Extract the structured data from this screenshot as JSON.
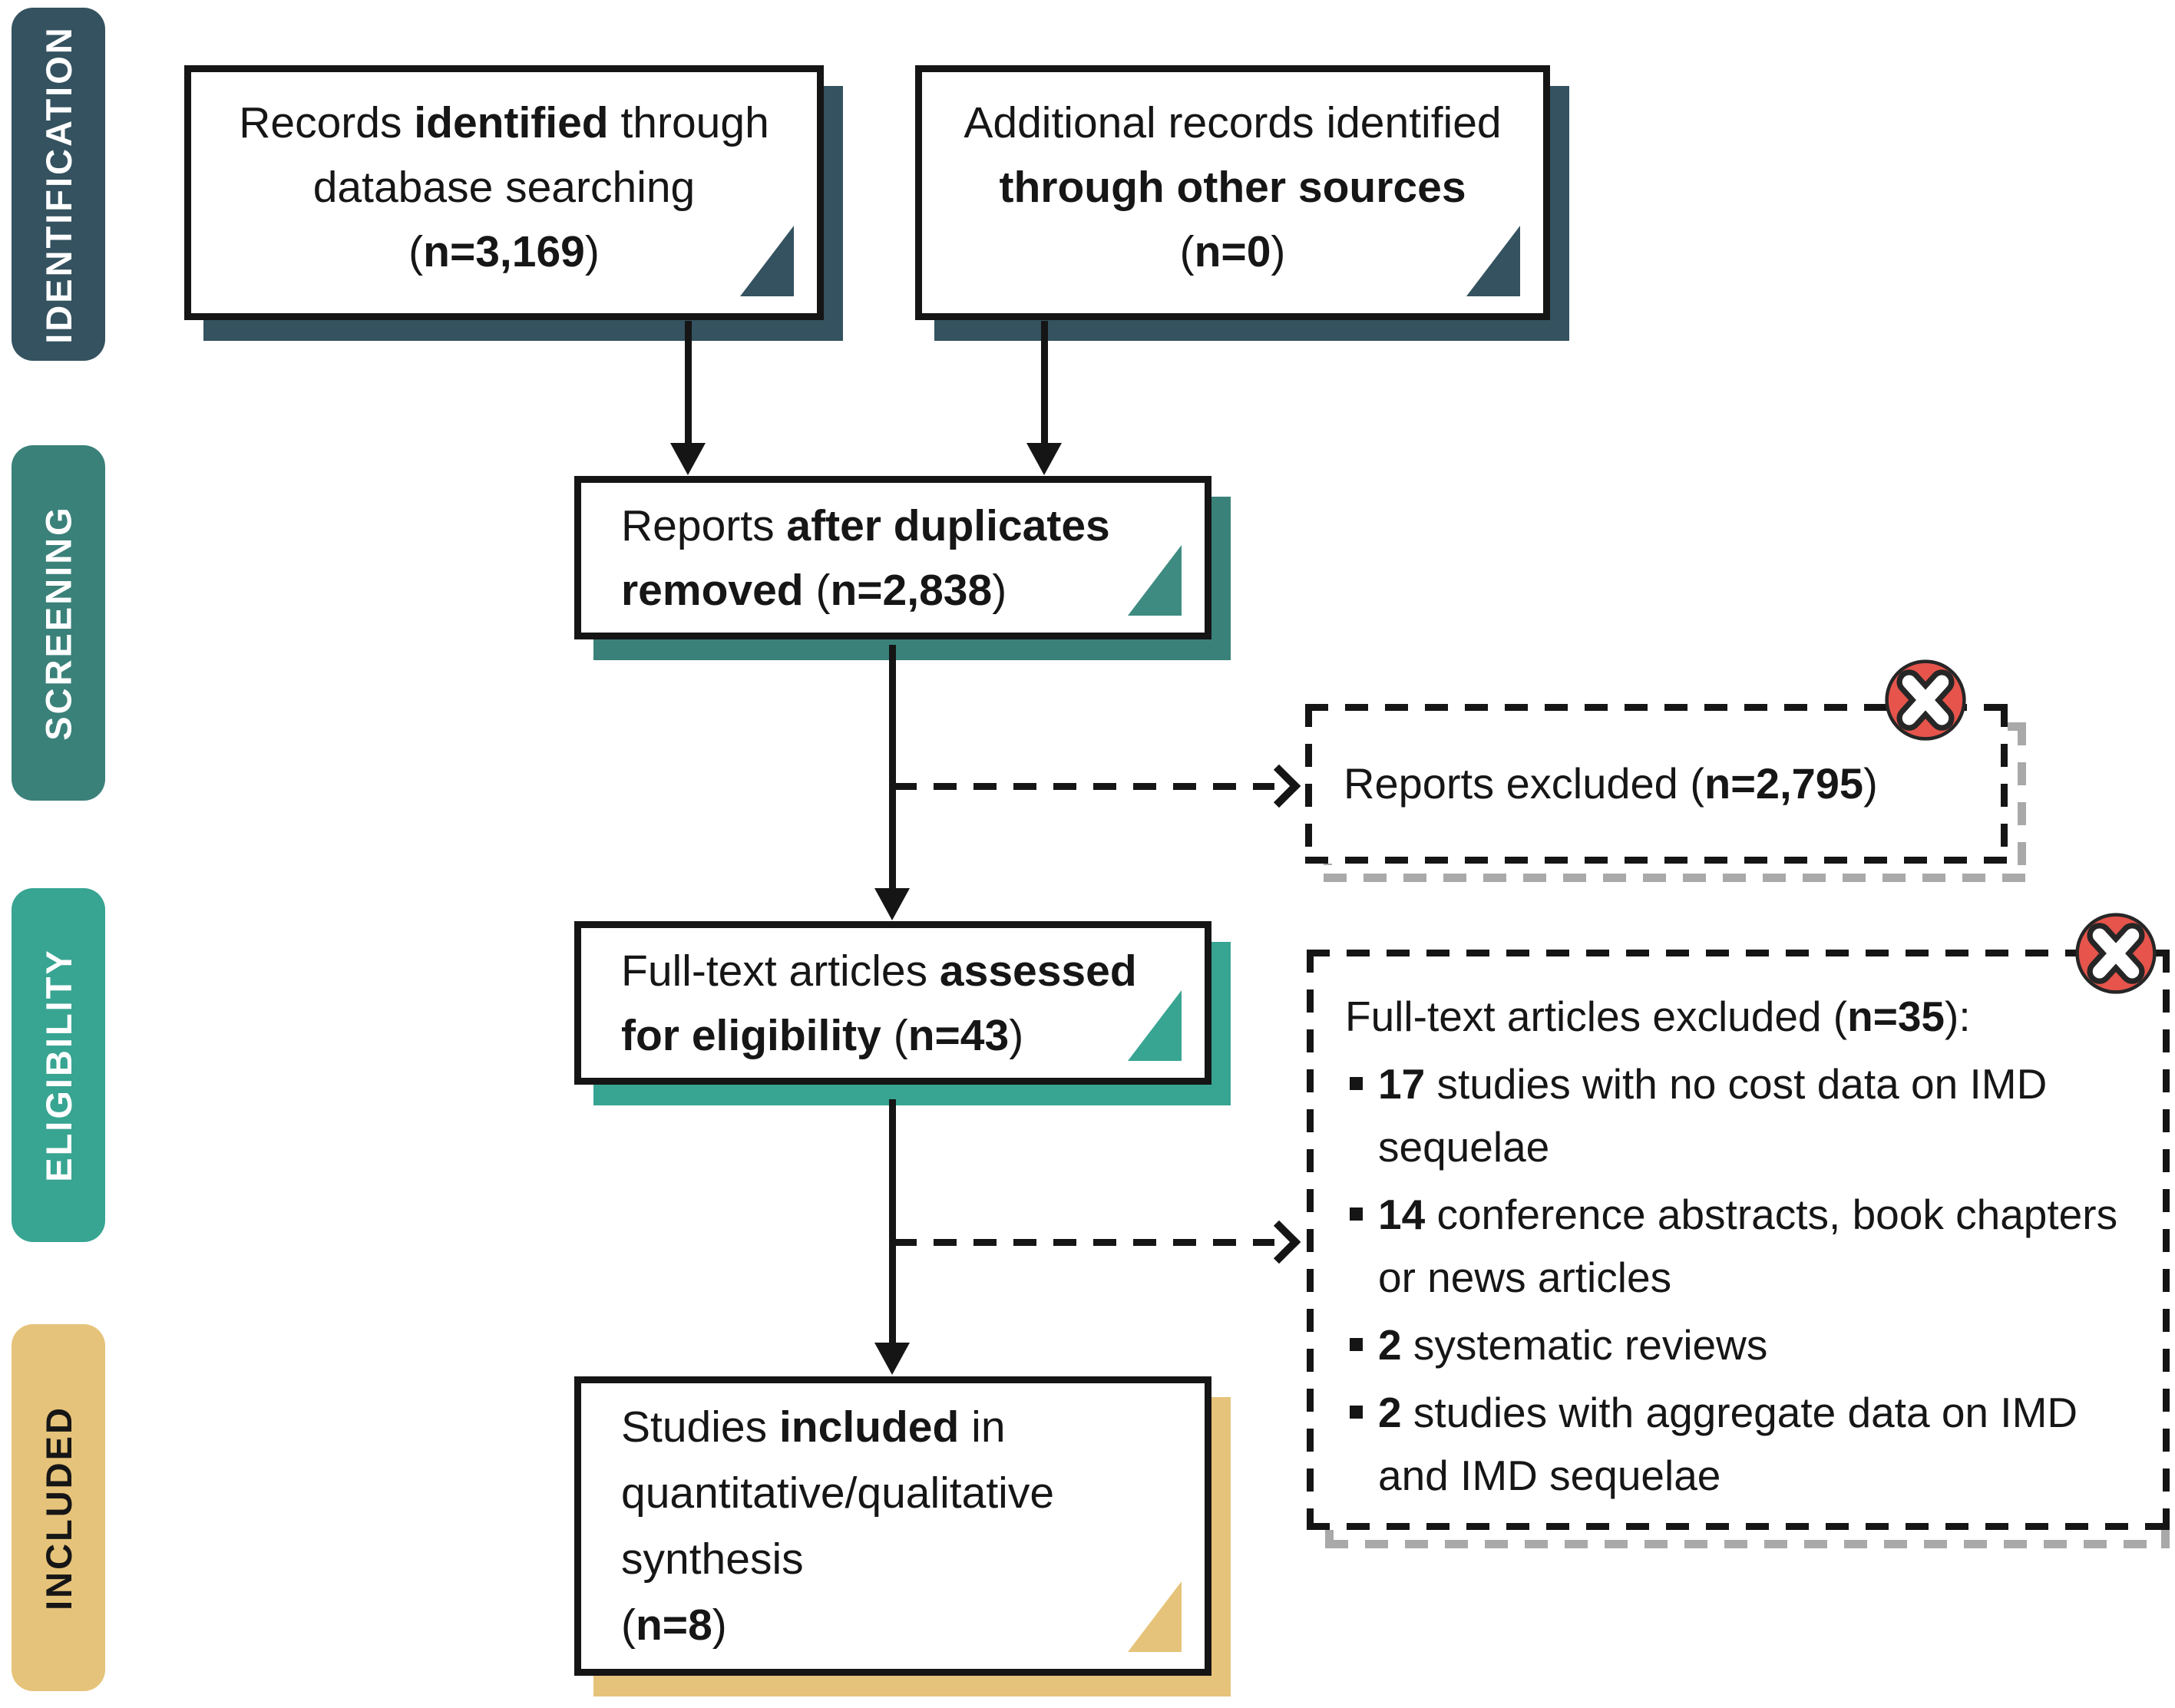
{
  "colors": {
    "dark-teal": "#34525F",
    "teal": "#3A817A",
    "green-teal": "#38A492",
    "gold": "#E6C37A",
    "shadow-gray": "#A9A9A9",
    "red": "#E6544B",
    "ink": "#151515"
  },
  "stages": [
    {
      "label": "IDENTIFICATION"
    },
    {
      "label": "SCREENING"
    },
    {
      "label": "ELIGIBILITY"
    },
    {
      "label": "INCLUDED"
    }
  ],
  "counts": {
    "records_identified": "n=3,169",
    "additional_records": "n=0",
    "after_duplicates_removed": "n=2,838",
    "reports_excluded": "n=2,795",
    "fulltext_assessed": "n=43",
    "fulltext_excluded": "n=35",
    "studies_included": "n=8"
  },
  "boxes": {
    "records_identified": {
      "lines": [
        [
          {
            "t": "Records "
          },
          {
            "t": "identified",
            "b": true
          },
          {
            "t": " through"
          }
        ],
        [
          {
            "t": "database searching"
          }
        ],
        [
          {
            "t": "("
          },
          {
            "t": "n=3,169",
            "b": true
          },
          {
            "t": ")"
          }
        ]
      ]
    },
    "additional_records": {
      "lines": [
        [
          {
            "t": "Additional records identified"
          }
        ],
        [
          {
            "t": "through other sources",
            "b": true
          }
        ],
        [
          {
            "t": "("
          },
          {
            "t": "n=0",
            "b": true
          },
          {
            "t": ")"
          }
        ]
      ]
    },
    "after_duplicates": {
      "lines": [
        [
          {
            "t": "Reports "
          },
          {
            "t": "after duplicates",
            "b": true
          }
        ],
        [
          {
            "t": "removed",
            "b": true
          },
          {
            "t": " ("
          },
          {
            "t": "n=2,838",
            "b": true
          },
          {
            "t": ")"
          }
        ]
      ]
    },
    "reports_excluded": {
      "lines": [
        [
          {
            "t": "Reports excluded ("
          },
          {
            "t": "n=2,795",
            "b": true
          },
          {
            "t": ")"
          }
        ]
      ]
    },
    "fulltext_assessed": {
      "lines": [
        [
          {
            "t": "Full-text articles "
          },
          {
            "t": "assessed",
            "b": true
          }
        ],
        [
          {
            "t": "for eligibility",
            "b": true
          },
          {
            "t": " ("
          },
          {
            "t": "n=43",
            "b": true
          },
          {
            "t": ")"
          }
        ]
      ]
    },
    "fulltext_excluded": {
      "heading": [
        {
          "t": "Full-text articles excluded ("
        },
        {
          "t": "n=35",
          "b": true
        },
        {
          "t": "):"
        }
      ],
      "reasons": [
        [
          {
            "t": "17",
            "b": true
          },
          {
            "t": " studies with no cost data on IMD sequelae"
          }
        ],
        [
          {
            "t": "14",
            "b": true
          },
          {
            "t": " conference abstracts, book chapters or news articles"
          }
        ],
        [
          {
            "t": "2",
            "b": true
          },
          {
            "t": " systematic reviews"
          }
        ],
        [
          {
            "t": "2",
            "b": true
          },
          {
            "t": " studies with aggregate data on IMD and IMD sequelae"
          }
        ]
      ]
    },
    "studies_included": {
      "lines": [
        [
          {
            "t": "Studies "
          },
          {
            "t": "included",
            "b": true
          },
          {
            "t": " in"
          }
        ],
        [
          {
            "t": "quantitative/qualitative"
          }
        ],
        [
          {
            "t": "synthesis"
          }
        ],
        [
          {
            "t": "("
          },
          {
            "t": "n=8",
            "b": true
          },
          {
            "t": ")"
          }
        ]
      ]
    }
  }
}
